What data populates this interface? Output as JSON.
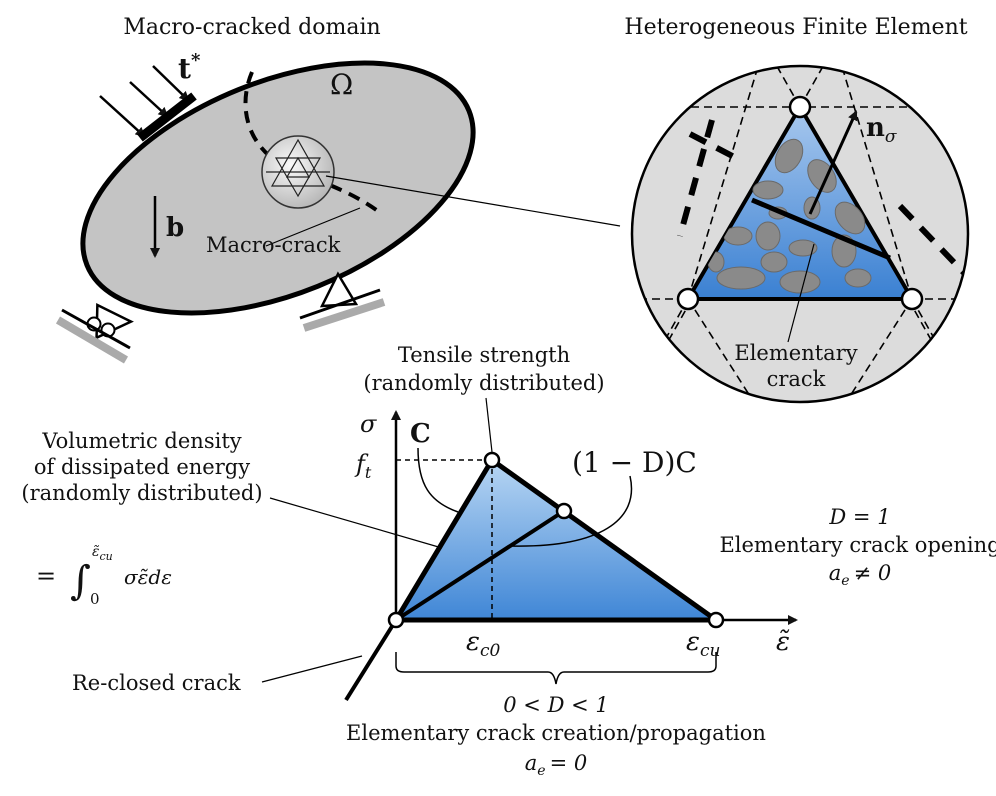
{
  "panels": {
    "macro_title": "Macro-cracked domain",
    "hfe_title": "Heterogeneous Finite Element"
  },
  "macro": {
    "traction": "t",
    "traction_sup": "*",
    "domain_symbol": "Ω",
    "body_force": "b",
    "crack_label": "Macro-crack"
  },
  "hfe": {
    "normal_label": "n",
    "normal_sub": "σ",
    "elem_crack_line1": "Elementary",
    "elem_crack_line2": "crack"
  },
  "law": {
    "tensile_line1": "Tensile strength",
    "tensile_line2": "(randomly distributed)",
    "energy_line1": "Volumetric density",
    "energy_line2": "of dissipated energy",
    "energy_line3": "(randomly distributed)",
    "integral_eq": "=",
    "integral_upper": "ε̃",
    "integral_upper_sub": "cu",
    "integral_lower": "0",
    "integrand": "σε̃dε",
    "reclosed": "Re-closed crack",
    "sigma_axis": "σ",
    "stiffness": "C",
    "ft": "f",
    "ft_sub": "t",
    "damaged": "(1 − D)C",
    "eps_c0": "ε",
    "eps_c0_sub": "c0",
    "eps_cu": "ε",
    "eps_cu_sub": "cu",
    "eps_axis": "ε̃",
    "opening_d": "D = 1",
    "opening_text": "Elementary crack opening",
    "opening_ae": "a",
    "opening_ae_rel": "≠ 0",
    "range": "0 < D < 1",
    "creation_text": "Elementary crack creation/propagation",
    "creation_ae": "a",
    "creation_ae_rel": "= 0",
    "ae_sub": "e"
  }
}
